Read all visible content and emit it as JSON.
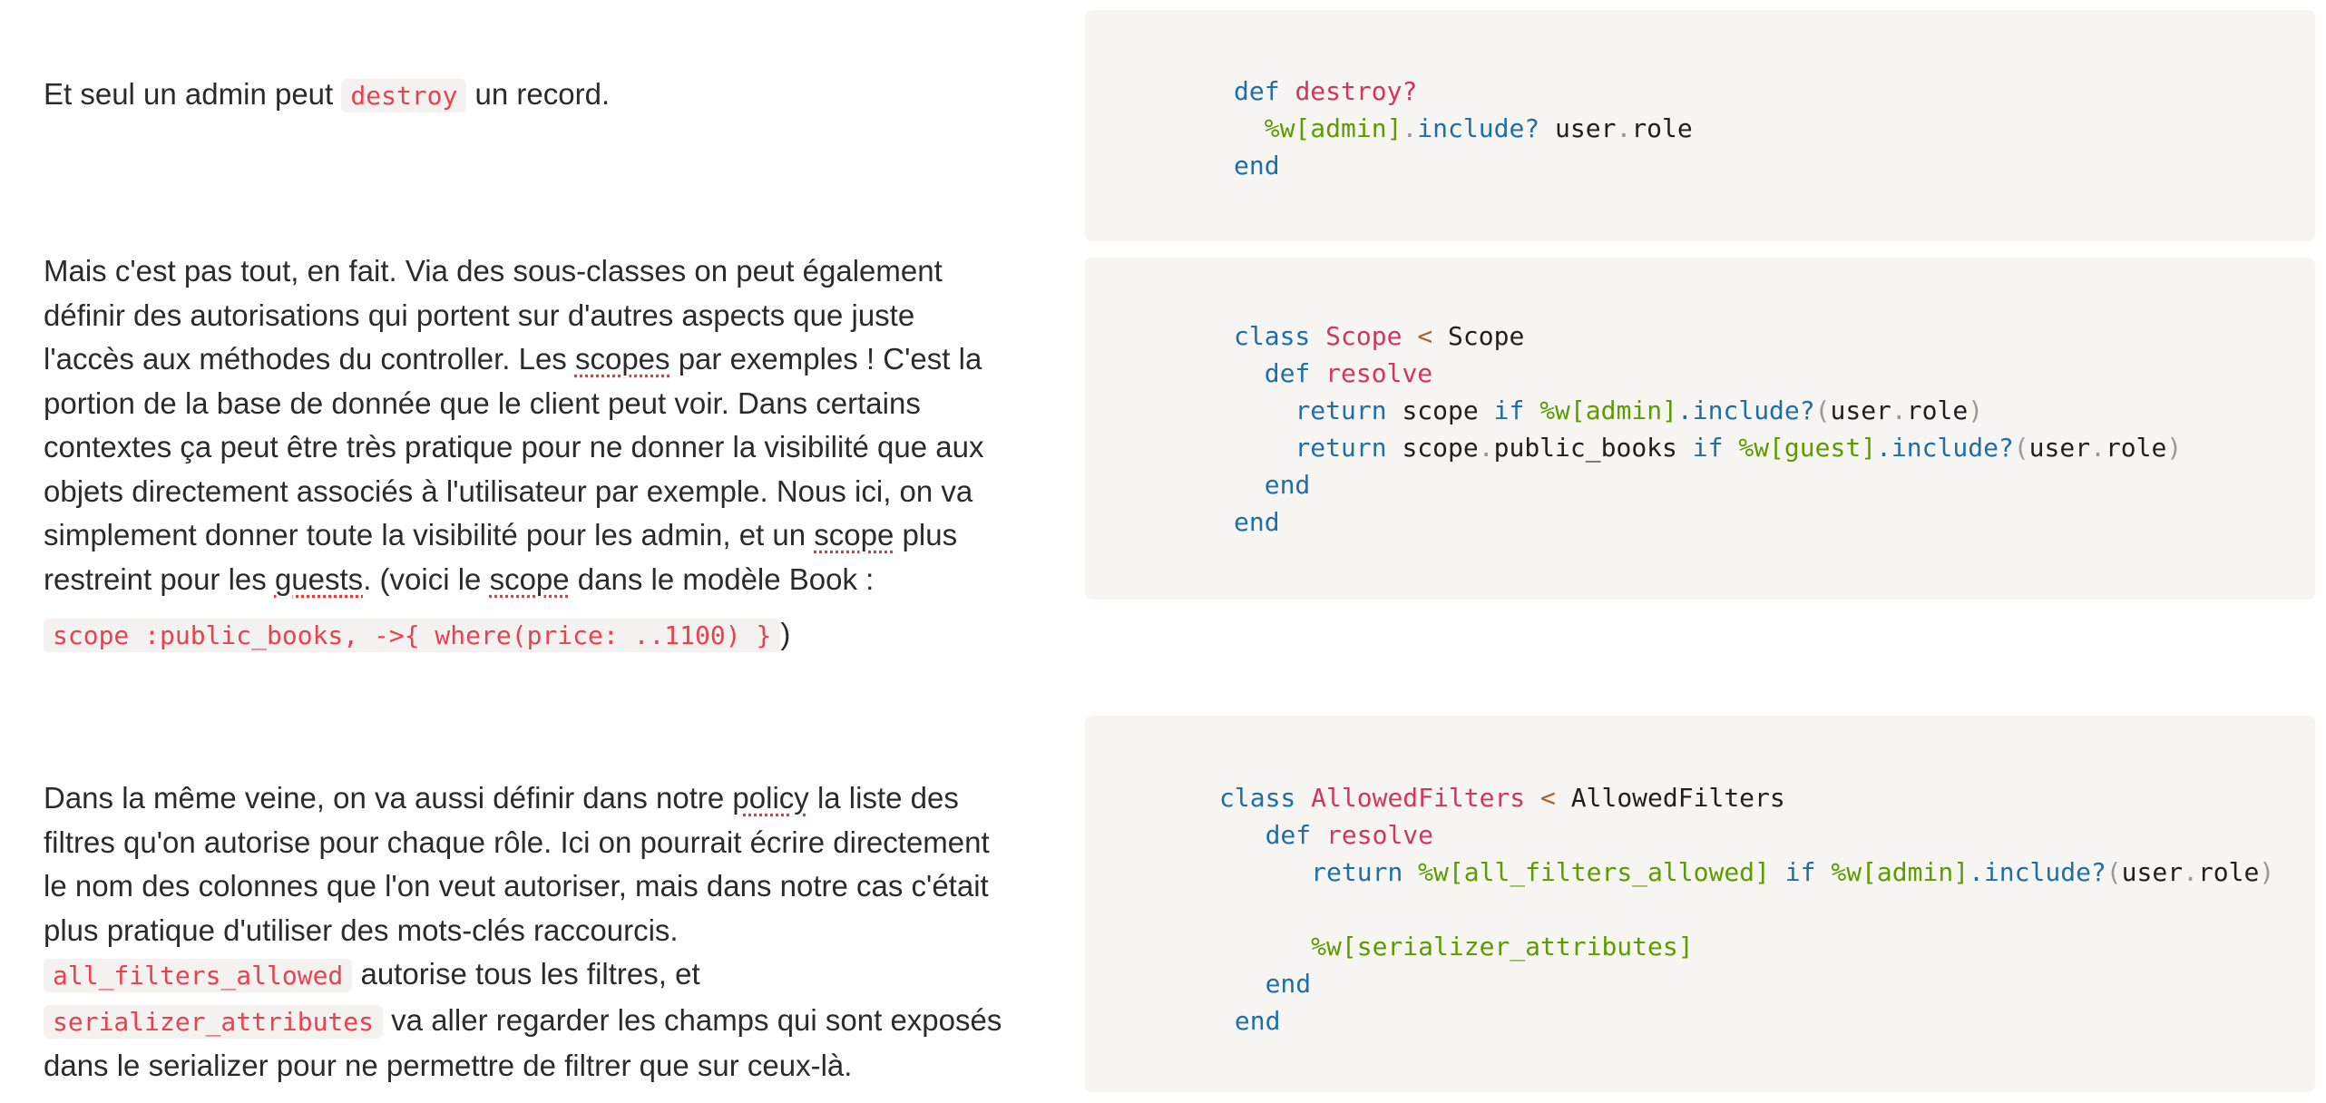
{
  "sections": [
    {
      "paragraph": {
        "before": "Et seul un admin peut ",
        "code": "destroy",
        "after": " un record."
      },
      "code": {
        "l1_kw": "def",
        "l1_name": "destroy?",
        "l2_str": "%w[admin]",
        "l2_dot": ".",
        "l2_m": "include?",
        "l2_rest1": " user",
        "l2_dot2": ".",
        "l2_rest2": "role",
        "l3_kw": "end"
      }
    },
    {
      "paragraph": {
        "t1": "Mais c'est pas tout, en fait. Via des sous-classes on peut également définir des autorisations qui portent sur d'autres aspects que juste l'accès aux méthodes du controller. Les ",
        "w1": "scopes",
        "t2": " par exemples ! C'est la portion de la base de donnée que le client peut voir. Dans certains contextes ça peut être très pratique pour ne donner la visibilité que aux objets directement associés à l'utilisateur par exemple. Nous ici, on va simplement donner toute la visibilité pour les admin, et un ",
        "w2": "scope",
        "t3": " plus restreint pour les ",
        "w3": "guests",
        "t4": ". (voici le ",
        "w4": "scope",
        "t5": " dans le modèle Book :",
        "code": "scope :public_books, ->{ where(price: ..1100) }",
        "after": ")"
      },
      "code": {
        "l1_kw": "class",
        "l1_name": "Scope",
        "l1_op": "<",
        "l1_parent": "Scope",
        "l2_kw": "def",
        "l2_name": "resolve",
        "l3_kw": "return",
        "l3_a": " scope ",
        "l3_if": "if",
        "l3_str": "%w[admin]",
        "l3_m": ".include?",
        "l3_p1": "(",
        "l3_b": "user",
        "l3_d": ".",
        "l3_c": "role",
        "l3_p2": ")",
        "l4_kw": "return",
        "l4_a": " scope",
        "l4_d1": ".",
        "l4_b": "public_books ",
        "l4_if": "if",
        "l4_str": "%w[guest]",
        "l4_m": ".include?",
        "l4_p1": "(",
        "l4_c": "user",
        "l4_d2": ".",
        "l4_e": "role",
        "l4_p2": ")",
        "l5_kw": "end",
        "l6_kw": "end"
      }
    },
    {
      "paragraph": {
        "t1": "Dans la même veine, on va aussi définir dans notre ",
        "w1": "policy",
        "t2": " la liste des filtres qu'on autorise pour chaque rôle. Ici on pourrait écrire directement le nom des colonnes que l'on veut autoriser, mais dans notre cas c'était plus pratique d'utiliser des mots-clés raccourcis.",
        "code1": "all_filters_allowed",
        "t3": " autorise tous les filtres, et",
        "code2": "serializer_attributes",
        "t4": " va aller regarder les champs qui sont exposés dans le serializer pour ne permettre de filtrer que sur ceux-là."
      },
      "code": {
        "l1_kw": "class",
        "l1_name": "AllowedFilters",
        "l1_op": "<",
        "l1_parent": "AllowedFilters",
        "l2_kw": "def",
        "l2_name": "resolve",
        "l3_kw": "return",
        "l3_str1": "%w[all_filters_allowed]",
        "l3_if": "if",
        "l3_str2": "%w[admin]",
        "l3_m": ".include?",
        "l3_p1": "(",
        "l3_b": "user",
        "l3_d": ".",
        "l3_c": "role",
        "l3_p2": ")",
        "l5_str": "%w[serializer_attributes]",
        "l6_kw": "end",
        "l7_kw": "end"
      }
    }
  ]
}
